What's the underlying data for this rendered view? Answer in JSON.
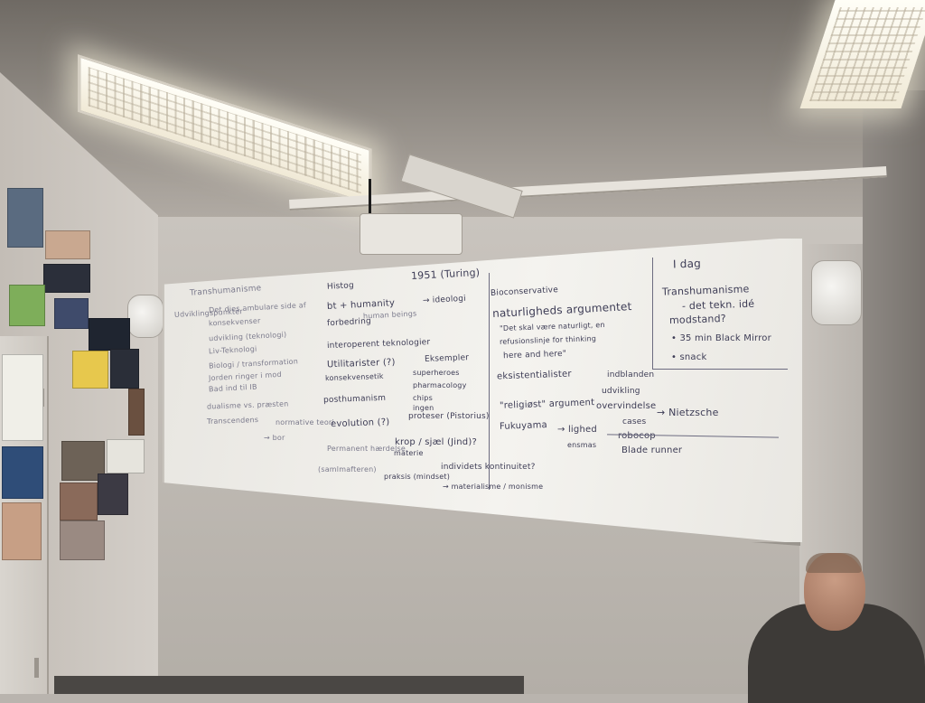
{
  "board": {
    "left": {
      "title": "Transhumanisme",
      "col1_heading": "Udviklingspunkter",
      "col1": [
        "Det dies ambulare side af",
        "konsekvenser",
        "udvikling (teknologi)",
        "Liv-Teknologi",
        "Biologi / transformation",
        "Jorden ringer i mod",
        "Bad ind til IB",
        "dualisme vs. præsten",
        "Transcendens"
      ],
      "normative_theory": "normative teori",
      "normative_arrow": "→ bor",
      "ethics_note": "Permanent hærdelse",
      "ethics_note2": "(samlmafteren)"
    },
    "middle": {
      "header": "1951 (Turing)",
      "intro": "Histog",
      "line1": "bt + humanity",
      "line1_note": "human beings",
      "line1_arrow": "→ ideologi",
      "forbedring": "forbedring",
      "interop": "interoperent teknologier",
      "utilitarists": "Utilitarister (?)",
      "konsekvens": "konsekvensetik",
      "posthumanism": "posthumanism",
      "evolution": "evolution (?)",
      "examples_heading": "Eksempler",
      "examples": [
        "superheroes",
        "pharmacology",
        "chips",
        "ingen",
        "proteser (Pistorius)"
      ],
      "body_question": "krop / sjæl (Jind)?",
      "body_sub": "materie",
      "continuity": "individets kontinuitet?",
      "praksis": "praksis (mindset)",
      "materialism": "→ materialisme / monisme"
    },
    "right_middle": {
      "heading": "Bioconservative",
      "arg": "naturligheds argumentet",
      "quote1": "\"Det skal være naturligt, en",
      "quote2": "refusionslinje for thinking",
      "quote3": "here and here\"",
      "existentialists": "eksistentialister",
      "religious": "\"religiøst\" argument",
      "fukuyama": "Fukuyama",
      "lighed": "→ lighed",
      "equality_sub": "ensmas",
      "side_note1": "indblanden",
      "side_note2": "udvikling",
      "overvindelse": "overvindelse",
      "nietzsche": "→ Nietzsche",
      "cases_heading": "cases",
      "cases": [
        "robocop",
        "Blade runner"
      ]
    },
    "right_box": {
      "title": "I dag",
      "items": [
        "Transhumanisme",
        "- det tekn. idé",
        "modstand?",
        "• 35 min Black Mirror",
        "• snack"
      ]
    }
  }
}
